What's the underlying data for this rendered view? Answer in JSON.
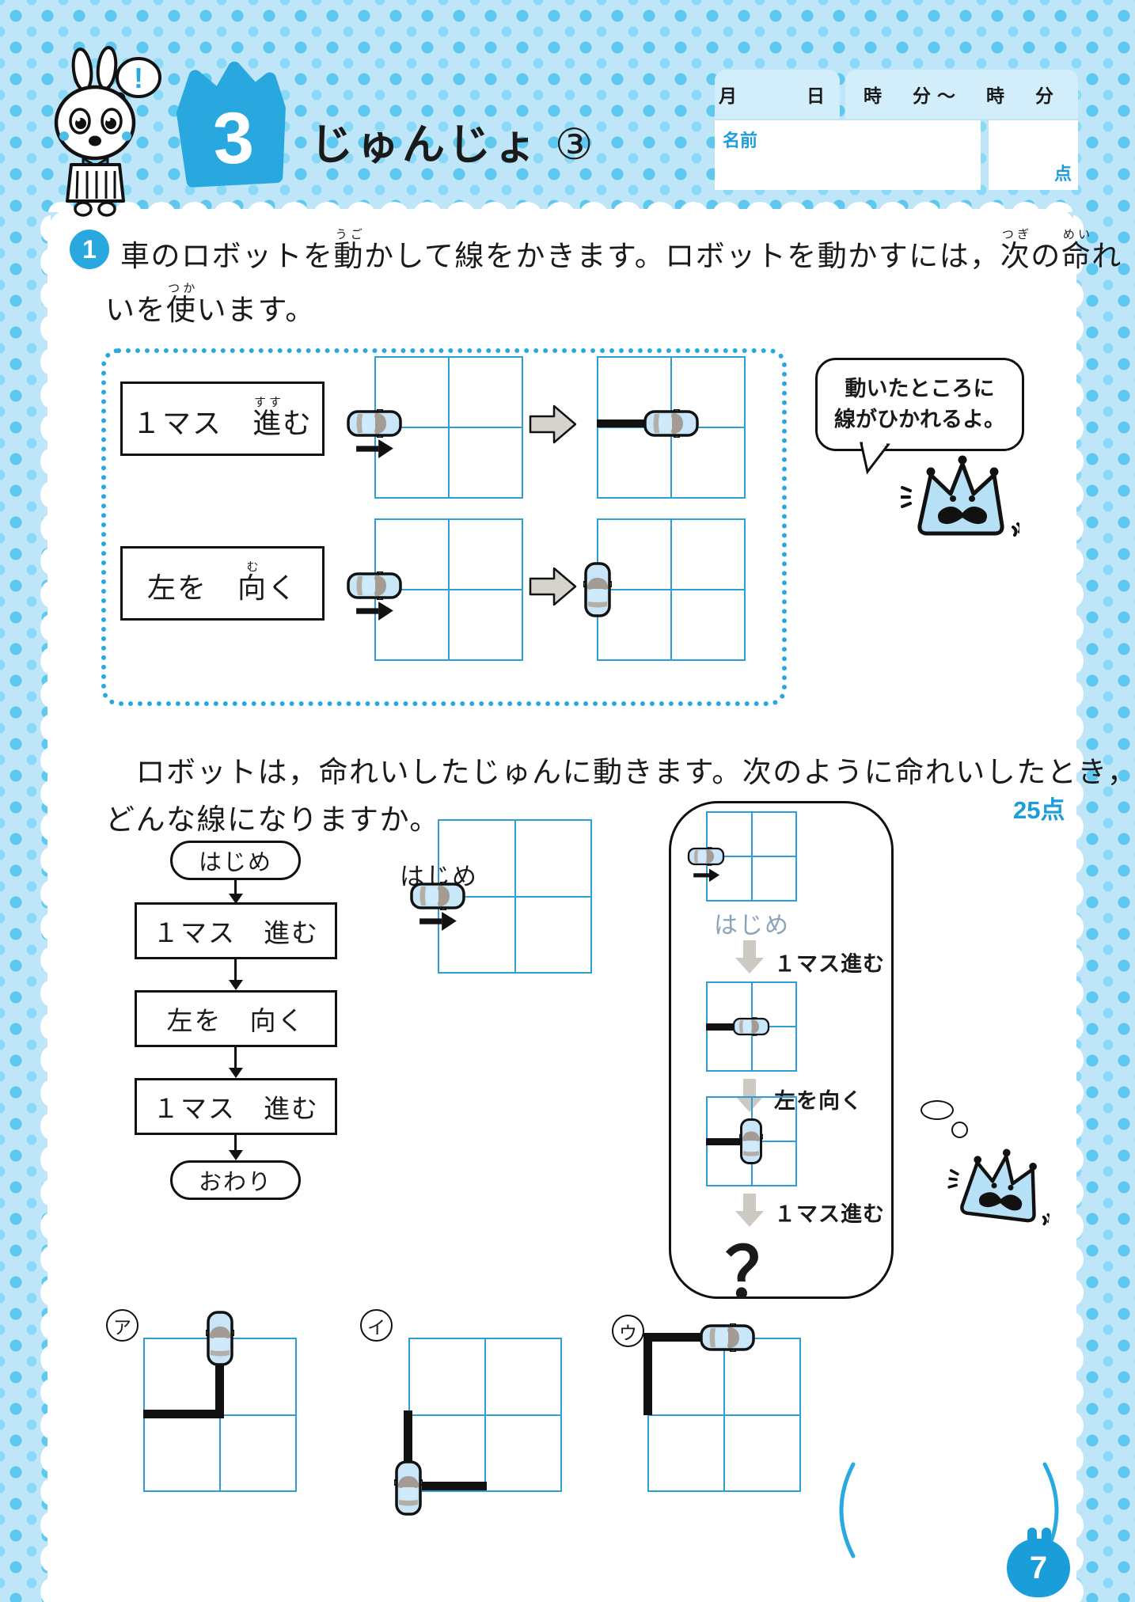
{
  "page": {
    "number": "7"
  },
  "header": {
    "lesson_number": "3",
    "title": "じゅんじょ",
    "title_badge": "③",
    "form": {
      "date_header": "月　　日",
      "time_header": "時　分～　時　分",
      "name_label": "名前",
      "score_label": "点"
    }
  },
  "problem1": {
    "number": "1",
    "line1_segments": [
      {
        "t": "車のロボットを"
      },
      {
        "t": "動",
        "r": "うご"
      },
      {
        "t": "かして線をかきます。ロボットを動かすには，"
      },
      {
        "t": "次",
        "r": "つぎ"
      },
      {
        "t": "の"
      },
      {
        "t": "命",
        "r": "めい"
      },
      {
        "t": "れ"
      }
    ],
    "line2_segments": [
      {
        "t": "いを"
      },
      {
        "t": "使",
        "r": "つか"
      },
      {
        "t": "います。"
      }
    ],
    "command1_segments": [
      {
        "t": "１マス　"
      },
      {
        "t": "進",
        "r": "すす"
      },
      {
        "t": "む"
      }
    ],
    "command2_segments": [
      {
        "t": "左を　"
      },
      {
        "t": "向",
        "r": "む"
      },
      {
        "t": "く"
      }
    ],
    "bubble": {
      "line1": "動いたところに",
      "line2": "線がひかれるよ。"
    }
  },
  "problem2": {
    "intro_line1": "　ロボットは，命れいしたじゅんに動きます。次のように命れいしたとき，",
    "intro_line2": "どんな線になりますか。",
    "points": "25点",
    "flowchart": {
      "start": "はじめ",
      "steps": [
        "１マス　進む",
        "左を　向く",
        "１マス　進む"
      ],
      "end": "おわり"
    },
    "start_grid_label": "はじめ",
    "sequence": {
      "start_label": "はじめ",
      "steps": [
        "１マス進む",
        "左を向く",
        "１マス進む"
      ],
      "question_mark": "？"
    },
    "options": [
      {
        "label": "ア"
      },
      {
        "label": "イ"
      },
      {
        "label": "ウ"
      }
    ]
  },
  "colors": {
    "accent_blue": "#29a8e0",
    "label_blue": "#1b9dd9",
    "grid_blue": "#2e9ed6",
    "car_body": "#c8e6f8"
  }
}
